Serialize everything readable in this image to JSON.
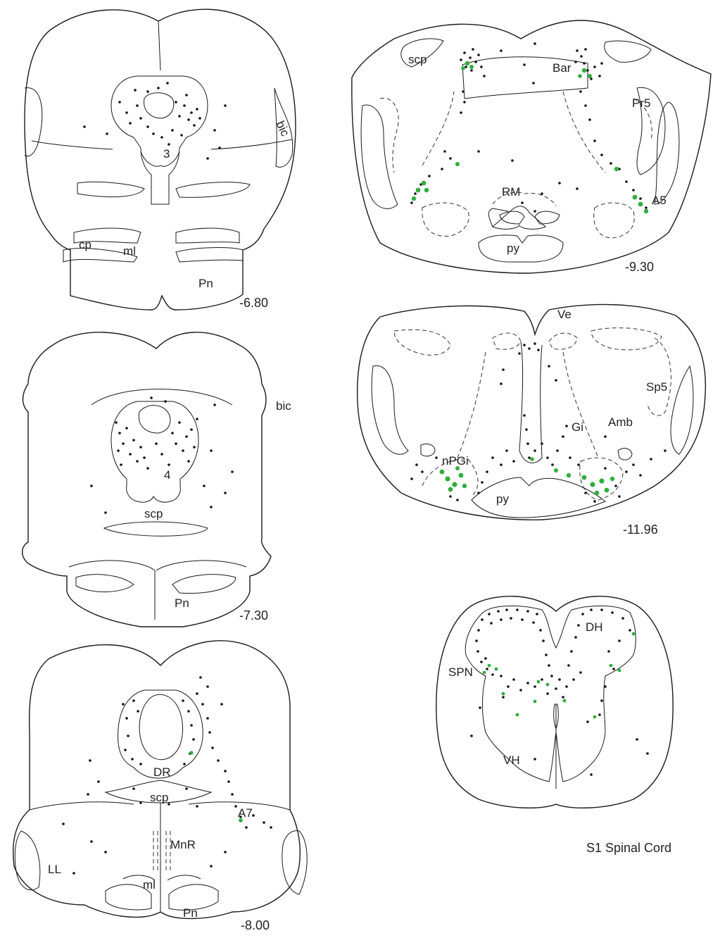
{
  "sections": [
    {
      "id": "s680",
      "level": "-6.80",
      "labels": [
        "bic",
        "3",
        "cp",
        "ml",
        "Pn"
      ],
      "label_colors": []
    },
    {
      "id": "s730",
      "level": "-7.30",
      "labels": [
        "bic",
        "4",
        "scp",
        "Pn"
      ]
    },
    {
      "id": "s800",
      "level": "-8.00",
      "labels": [
        "DR",
        "scp",
        "A7",
        "MnR",
        "LL",
        "ml",
        "Pn"
      ]
    },
    {
      "id": "s930",
      "level": "-9.30",
      "labels": [
        "scp",
        "Bar",
        "Pr5",
        "RM",
        "A5",
        "py"
      ]
    },
    {
      "id": "s1196",
      "level": "-11.96",
      "labels": [
        "Ve",
        "Sp5",
        "Gi",
        "Amb",
        "nPGi",
        "py"
      ]
    },
    {
      "id": "s1",
      "level": "S1 Spinal Cord",
      "labels": [
        "DH",
        "SPN",
        "VH"
      ]
    }
  ],
  "colors": {
    "outline": "#1a1a1a",
    "black_cells": "#111111",
    "green_cells": "#2fae3c"
  }
}
